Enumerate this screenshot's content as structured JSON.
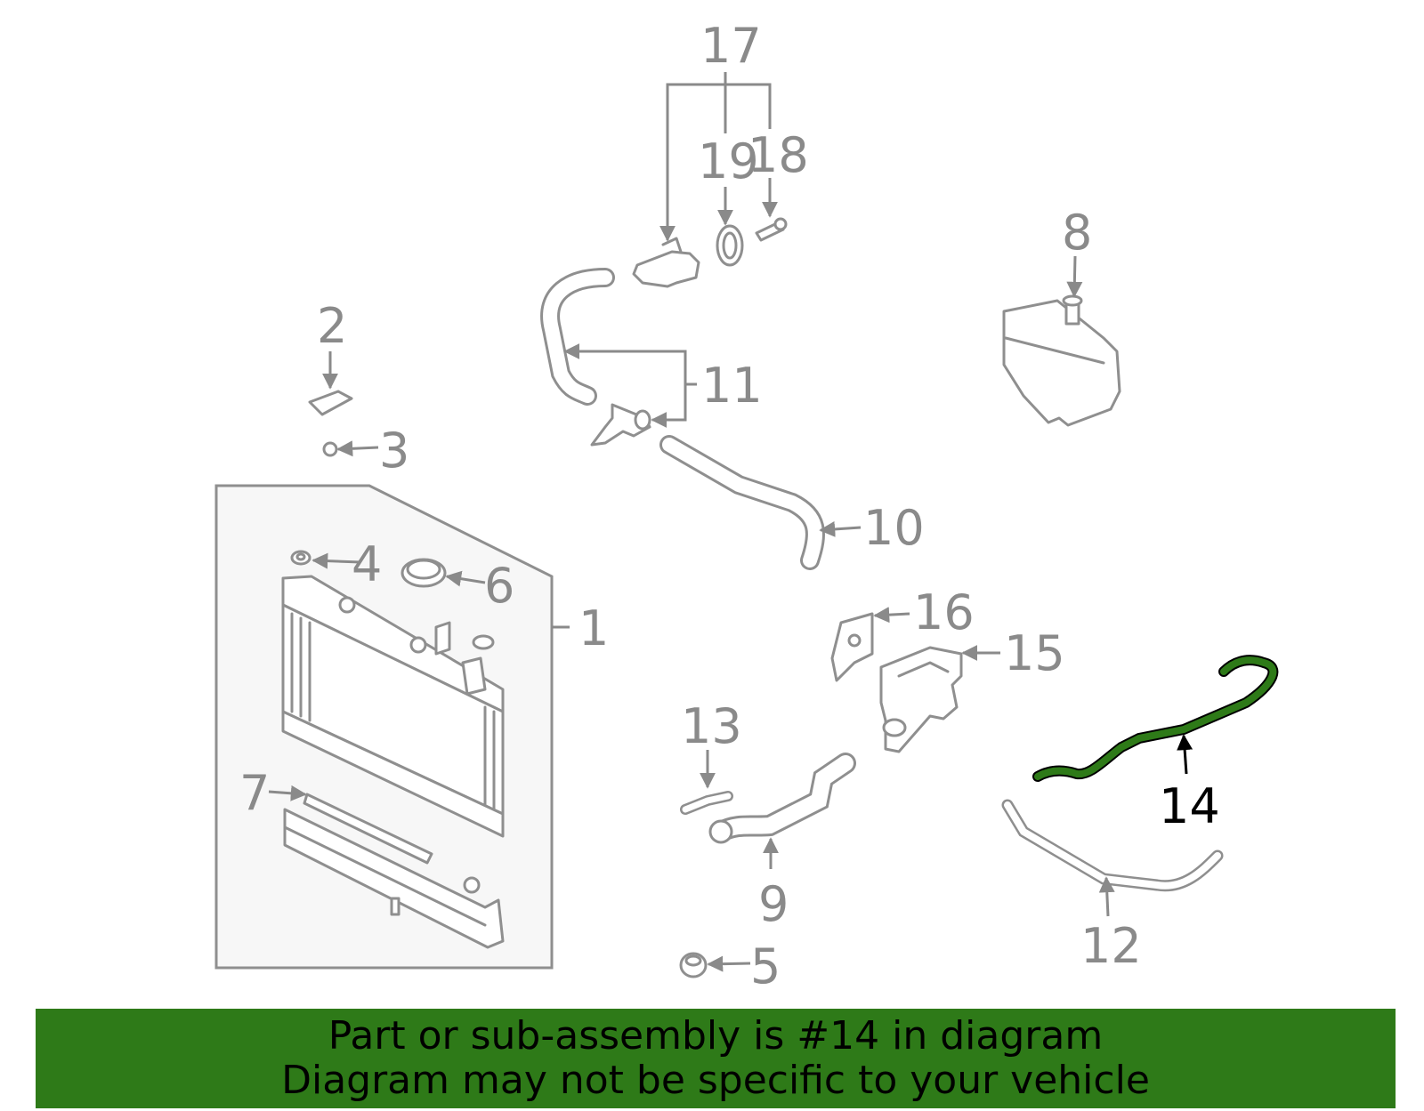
{
  "callouts": [
    {
      "id": "1",
      "text": "1"
    },
    {
      "id": "2",
      "text": "2"
    },
    {
      "id": "3",
      "text": "3"
    },
    {
      "id": "4",
      "text": "4"
    },
    {
      "id": "5",
      "text": "5"
    },
    {
      "id": "6",
      "text": "6"
    },
    {
      "id": "7",
      "text": "7"
    },
    {
      "id": "8",
      "text": "8"
    },
    {
      "id": "9",
      "text": "9"
    },
    {
      "id": "10",
      "text": "10"
    },
    {
      "id": "11",
      "text": "11"
    },
    {
      "id": "12",
      "text": "12"
    },
    {
      "id": "13",
      "text": "13"
    },
    {
      "id": "14",
      "text": "14",
      "highlighted": true
    },
    {
      "id": "15",
      "text": "15"
    },
    {
      "id": "16",
      "text": "16"
    },
    {
      "id": "17",
      "text": "17"
    },
    {
      "id": "18",
      "text": "18"
    },
    {
      "id": "19",
      "text": "19"
    }
  ],
  "banner": {
    "line1": "Part or sub-assembly is #14 in diagram",
    "line2": "Diagram may not be specific to your vehicle"
  },
  "colors": {
    "highlight_part": "#2e7a18",
    "banner_background": "#2e7a18",
    "outline": "#8f8f8f",
    "callout_text": "#8a8a8a",
    "highlight_text": "#000000"
  }
}
